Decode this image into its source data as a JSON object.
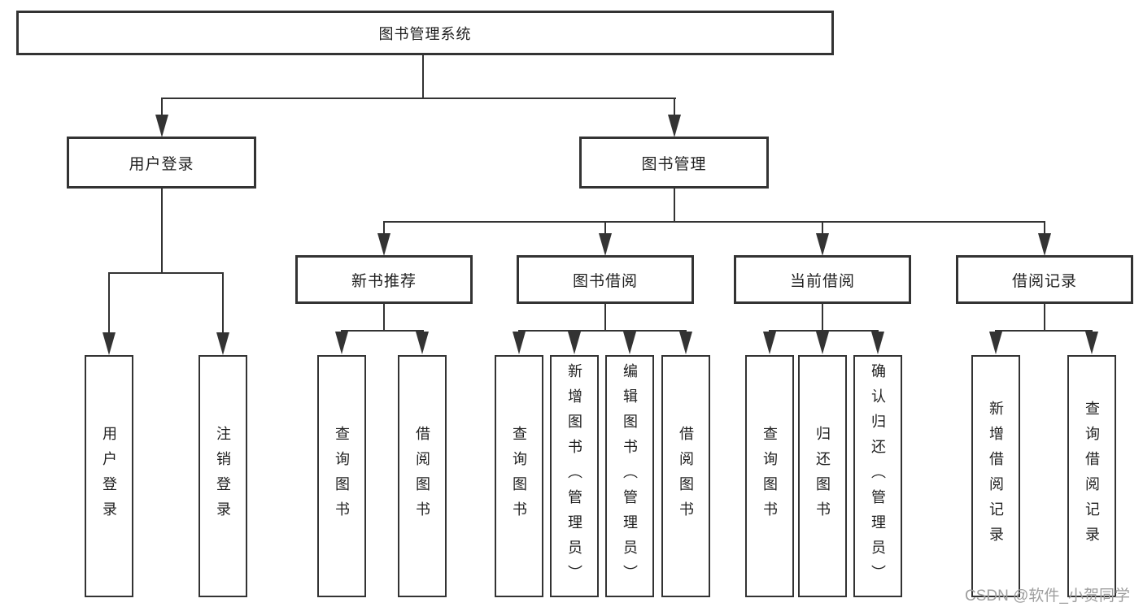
{
  "diagram": {
    "root": "图书管理系统",
    "level2": [
      "用户登录",
      "图书管理"
    ],
    "level3": [
      "新书推荐",
      "图书借阅",
      "当前借阅",
      "借阅记录"
    ],
    "leaves_user": [
      "用户登录",
      "注销登录"
    ],
    "leaves_newbook": [
      "查询图书",
      "借阅图书"
    ],
    "leaves_borrow": [
      "查询图书",
      "新增图书（管理员）",
      "编辑图书（管理员）",
      "借阅图书"
    ],
    "leaves_current": [
      "查询图书",
      "归还图书",
      "确认归还（管理员）"
    ],
    "leaves_record": [
      "新增借阅记录",
      "查询借阅记录"
    ]
  },
  "watermark": "CSDN @软件_小贺同学",
  "colors": {
    "line": "#333333",
    "text": "#1f1f1f",
    "watermark": "#9e9e9e",
    "background": "#ffffff"
  }
}
